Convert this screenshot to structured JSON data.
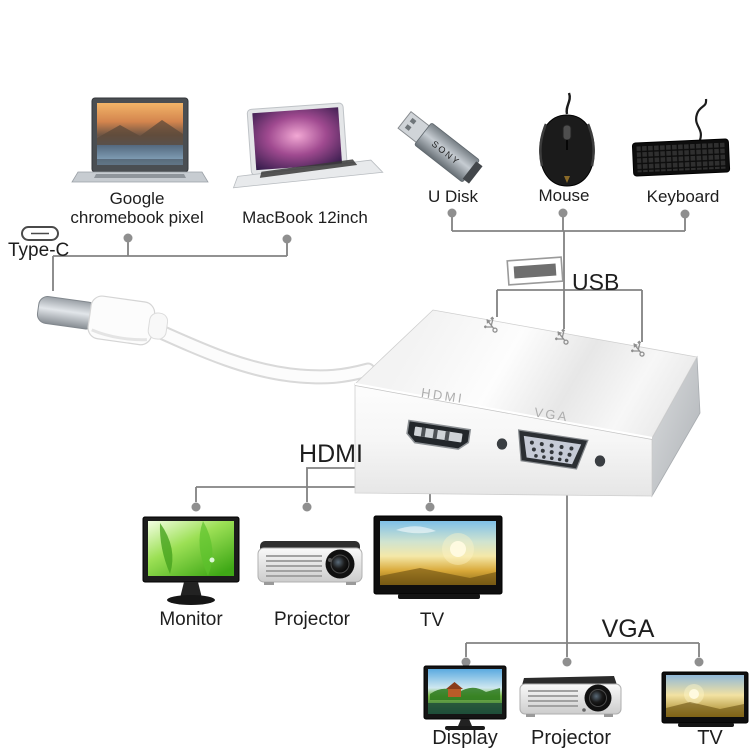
{
  "colors": {
    "line": "#828282",
    "dot": "#8f8f8f",
    "text": "#1e1e1e",
    "engraving": "#aeaeae",
    "adapter_silver": "#ededed",
    "cable_white": "#fcfcfc"
  },
  "top_left": {
    "laptop1_line1": "Google",
    "laptop1_line2": "chromebook pixel",
    "laptop2": "MacBook 12inch",
    "port": "Type-C"
  },
  "top_right": {
    "devices": [
      {
        "label": "U Disk",
        "brand": "SONY"
      },
      {
        "label": "Mouse"
      },
      {
        "label": "Keyboard"
      }
    ],
    "port": "USB"
  },
  "adapter": {
    "engravings": {
      "hdmi": "HDMI",
      "vga": "VGA"
    }
  },
  "hdmi": {
    "label": "HDMI",
    "devices": [
      {
        "label": "Monitor"
      },
      {
        "label": "Projector"
      },
      {
        "label": "TV"
      }
    ]
  },
  "vga": {
    "label": "VGA",
    "devices": [
      {
        "label": "Display"
      },
      {
        "label": "Projector"
      },
      {
        "label": "TV"
      }
    ]
  }
}
